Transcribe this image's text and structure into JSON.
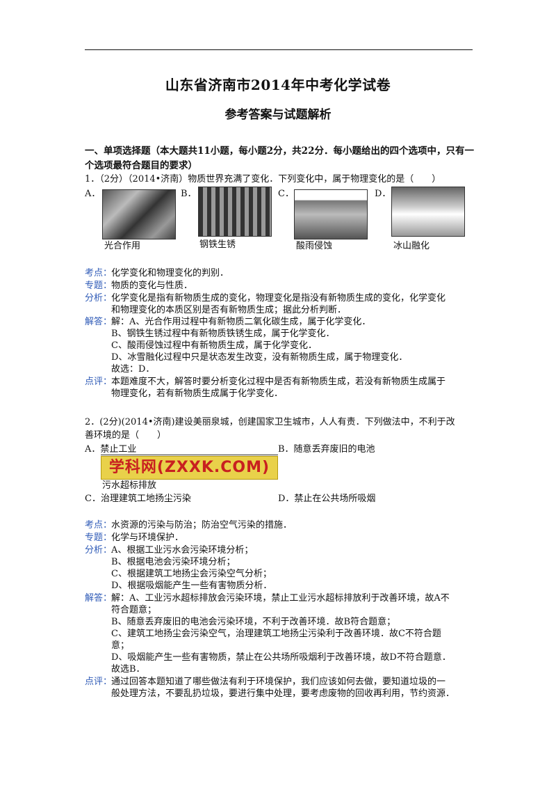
{
  "header": {
    "title": "山东省济南市2014年中考化学试卷",
    "subtitle": "参考答案与试题解析"
  },
  "section": {
    "line1": "一、单项选择题（本大题共11小题，每小题2分，共22分．每小题给出的四个选项中，只有一",
    "line2": "个选项最符合题目的要求）"
  },
  "q1": {
    "stem": "1．（2分）（2014•济南）物质世界充满了变化．下列变化中，属于物理变化的是（　　）",
    "options": [
      {
        "letter": "A．",
        "caption": "光合作用"
      },
      {
        "letter": "B．",
        "caption": "钢铁生锈"
      },
      {
        "letter": "C．",
        "caption": "酸雨侵蚀"
      },
      {
        "letter": "D．",
        "caption": "冰山融化"
      }
    ],
    "kaodian_label": "考点：",
    "kaodian": "化学变化和物理变化的判别．",
    "zhuanti_label": "专题：",
    "zhuanti": "物质的变化与性质．",
    "fenxi_label": "分析：",
    "fenxi": [
      "化学变化是指有新物质生成的变化，物理变化是指没有新物质生成的变化，化学变化",
      "和物理变化的本质区别是否有新物质生成；据此分析判断．"
    ],
    "jieda_label": "解答：",
    "jieda": [
      "解：A、光合作用过程中有新物质二氧化碳生成，属于化学变化．",
      "B、钢铁生锈过程中有新物质铁锈生成，属于化学变化．",
      "C、酸雨侵蚀过程中有新物质生成，属于化学变化．",
      "D、冰雪融化过程中只是状态发生改变，没有新物质生成，属于物理变化．",
      "故选：D．"
    ],
    "dianping_label": "点评：",
    "dianping": [
      "本题难度不大，解答时要分析变化过程中是否有新物质生成，若没有新物质生成属于",
      "物理变化，若有新物质生成属于化学变化．"
    ]
  },
  "q2": {
    "stem": [
      "2．(2分)(2014•济南)建设美丽泉城，创建国家卫生城市，人人有责．下列做法中，不利于改",
      "善环境的是（　　）"
    ],
    "optA": "A．禁止工业",
    "optA2": "污水超标排放",
    "optB": "B．随意丢弃废旧的电池",
    "optC": "C．治理建筑工地扬尘污染",
    "optD": "D．禁止在公共场所吸烟",
    "watermark": "学科网(ZXXK.COM)",
    "kaodian_label": "考点：",
    "kaodian": "水资源的污染与防治；防治空气污染的措施．",
    "zhuanti_label": "专题：",
    "zhuanti": "化学与环境保护．",
    "fenxi_label": "分析：",
    "fenxi": [
      "A、根据工业污水会污染环境分析；",
      "B、根据电池会污染环境分析；",
      "C、根据建筑工地扬尘会污染空气分析；",
      "D、根据吸烟能产生一些有害物质分析．"
    ],
    "jieda_label": "解答：",
    "jieda": [
      "解：A、工业污水超标排放会污染环境，禁止工业污水超标排放利于改善环境，故A不",
      "符合题意；",
      "B、随意丢弃废旧的电池会污染环境，不利于改善环境．故B符合题意；",
      "C、建筑工地扬尘会污染空气，治理建筑工地扬尘污染利于改善环境．故C不符合题",
      "意；",
      "D、吸烟能产生一些有害物质，禁止在公共场所吸烟利于改善环境，故D不符合题意．",
      "故选B．"
    ],
    "dianping_label": "点评：",
    "dianping": [
      "通过回答本题知道了哪些做法有利于环境保护，我们应该如何去做，要知道垃圾的一",
      "般处理方法，不要乱扔垃圾，要进行集中处理，要考虑废物的回收再利用，节约资源．"
    ]
  }
}
